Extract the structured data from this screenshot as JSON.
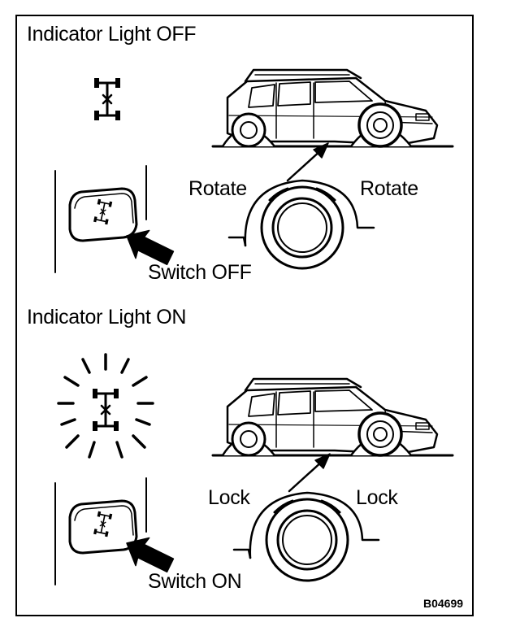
{
  "off_panel": {
    "heading": "Indicator Light OFF",
    "left_label": "Rotate",
    "right_label": "Rotate",
    "switch_label": "Switch OFF"
  },
  "on_panel": {
    "heading": "Indicator Light ON",
    "left_label": "Lock",
    "right_label": "Lock",
    "switch_label": "Switch ON"
  },
  "figure_code": "B04699"
}
